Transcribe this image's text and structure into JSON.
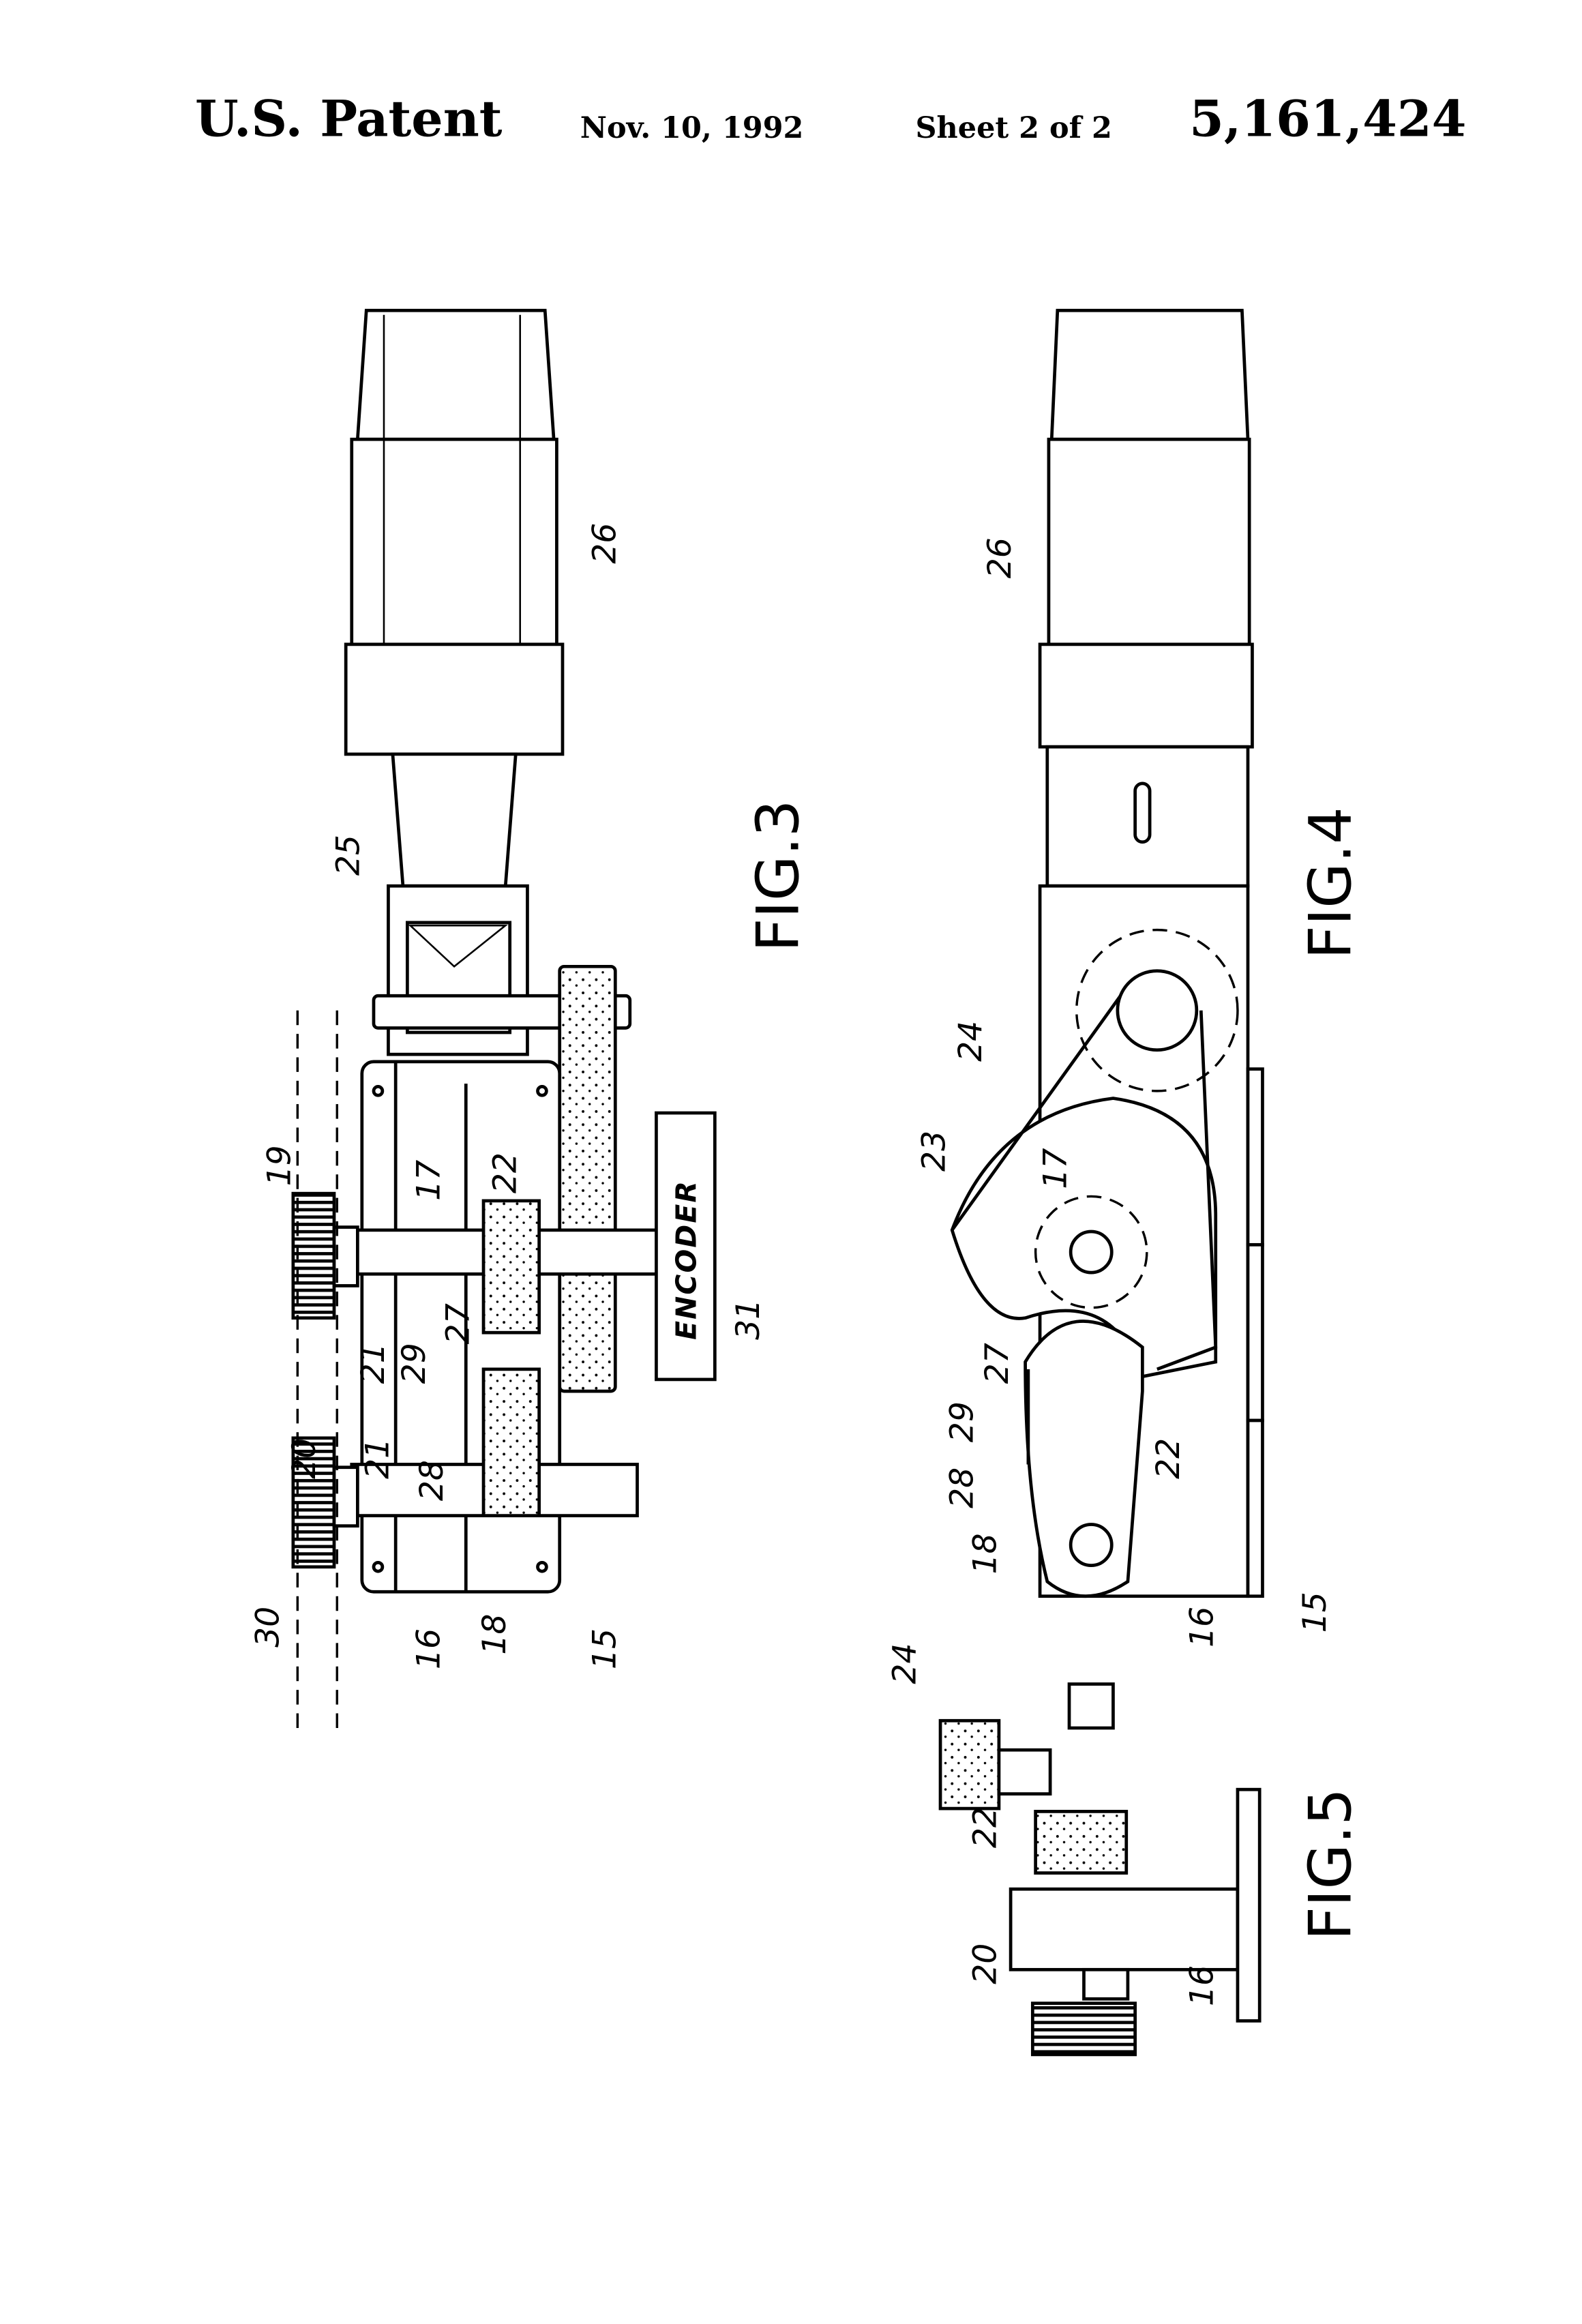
{
  "header": {
    "left": "U.S. Patent",
    "date": "Nov. 10, 1992",
    "sheet": "Sheet 2 of 2",
    "number": "5,161,424"
  },
  "figures": {
    "fig3": {
      "label": "FIG.3",
      "encoder_label": "ENCODER",
      "refs": {
        "r15": "15",
        "r16": "16",
        "r17": "17",
        "r18": "18",
        "r19": "19",
        "r20": "20",
        "r21a": "21",
        "r21b": "21",
        "r22": "22",
        "r25": "25",
        "r26": "26",
        "r27": "27",
        "r28": "28",
        "r29": "29",
        "r30": "30",
        "r31": "31"
      }
    },
    "fig4": {
      "label": "FIG.4",
      "refs": {
        "r15": "15",
        "r16": "16",
        "r17": "17",
        "r18": "18",
        "r22": "22",
        "r23": "23",
        "r24": "24",
        "r26": "26",
        "r27": "27",
        "r28": "28",
        "r29": "29"
      }
    },
    "fig5": {
      "label": "FIG.5",
      "refs": {
        "r16": "16",
        "r20": "20",
        "r22": "22",
        "r24": "24"
      }
    }
  }
}
